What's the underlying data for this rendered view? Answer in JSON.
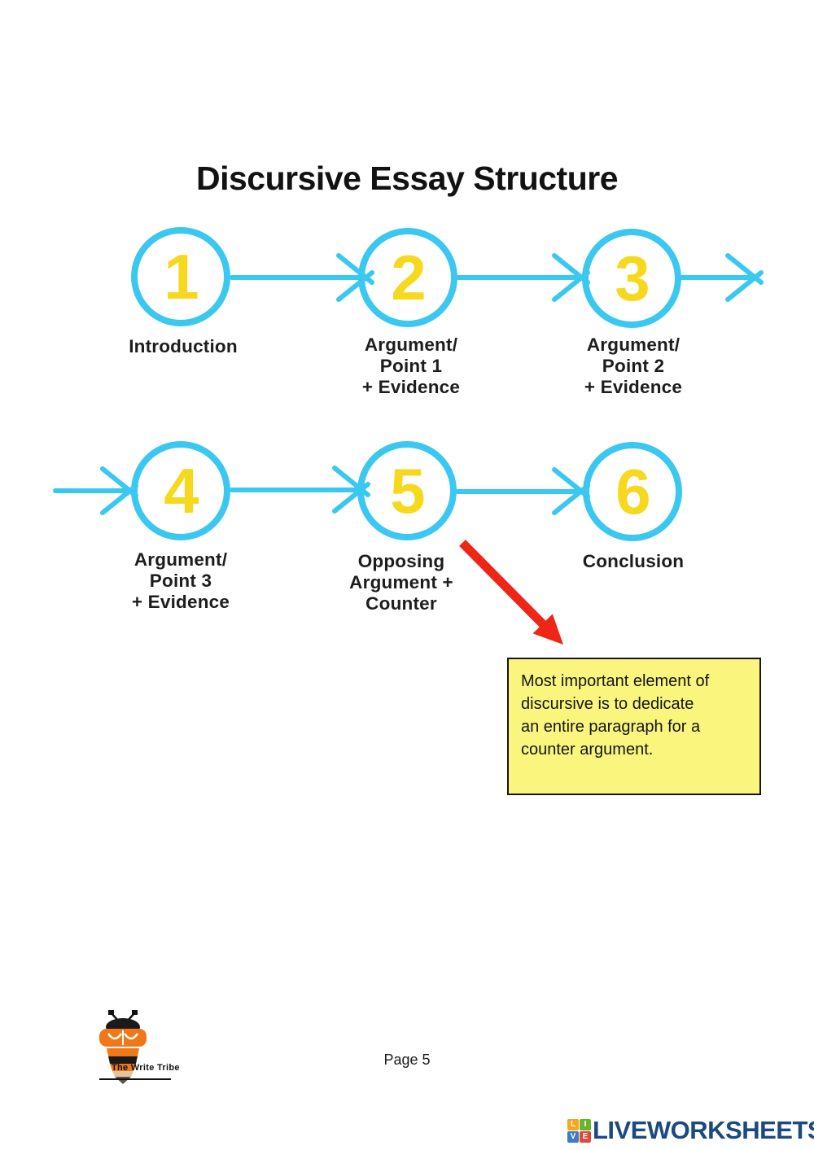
{
  "page": {
    "title": "Discursive Essay Structure",
    "page_number_label": "Page 5"
  },
  "diagram": {
    "steps": [
      {
        "number": "1",
        "label": "Introduction"
      },
      {
        "number": "2",
        "label": "Argument/\nPoint 1\n+ Evidence"
      },
      {
        "number": "3",
        "label": "Argument/\nPoint 2\n+ Evidence"
      },
      {
        "number": "4",
        "label": "Argument/\nPoint 3\n+ Evidence"
      },
      {
        "number": "5",
        "label": "Opposing\nArgument +\nCounter"
      },
      {
        "number": "6",
        "label": "Conclusion"
      }
    ],
    "colors": {
      "circle_stroke": "#3BC8F0",
      "number_fill": "#F6D91E",
      "arrow": "#3BC8F0",
      "callout_arrow": "#EE2517"
    }
  },
  "note": {
    "text": "Most important element of\ndiscursive is to dedicate\nan entire paragraph for a\ncounter argument.",
    "background": "#FAF57D"
  },
  "footer": {
    "logo_text": "The Write Tribe"
  },
  "branding": {
    "wordmark": "LIVEWORKSHEETS",
    "wordmark_color": "#1A4A80",
    "grid_letters": [
      "L",
      "I",
      "V",
      "E"
    ],
    "grid_colors": [
      "#F9A61A",
      "#69B42E",
      "#3E7BC4",
      "#E0483E"
    ]
  }
}
